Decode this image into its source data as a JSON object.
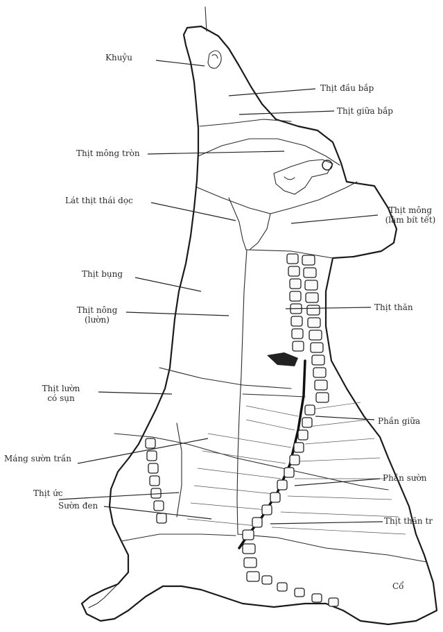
{
  "labels": {
    "khuyu": "Khuỷu",
    "thit_dau_bap": "Thịt đầu bắp",
    "thit_giua_bap": "Thịt giữa bắp",
    "thit_mong_tron": "Thịt mông tròn",
    "lat_thit_thai_doc": "Lát thịt thái dọc",
    "thit_mong_line1": "Thịt mông",
    "thit_mong_line2": "(làm bít tết)",
    "thit_bung": "Thịt bụng",
    "thit_nong_line1": "Thịt nông",
    "thit_nong_line2": "(lườn)",
    "thit_than": "Thịt thăn",
    "thit_luon_line1": "Thịt lườn",
    "thit_luon_line2": "có sụn",
    "phan_giua": "Phần giữa",
    "mang_suon_tran": "Máng sườn trần",
    "phan_suon": "Phần sườn",
    "thit_uc": "Thịt ức",
    "suon_den": "Sườn đen",
    "thit_than_tr": "Thịt thăn tr",
    "co": "Cổ"
  }
}
